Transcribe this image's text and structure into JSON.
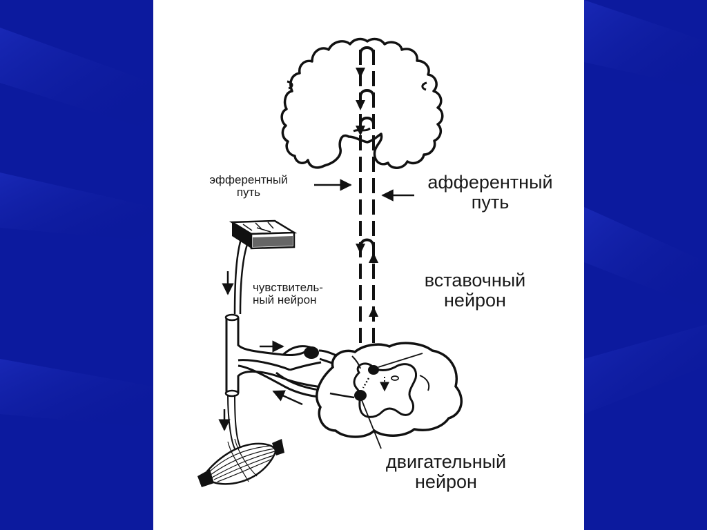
{
  "colors": {
    "background": "#0c1a9e",
    "panel": "#ffffff",
    "ink": "#111111"
  },
  "labels": {
    "efferent_line1": "эфферентный",
    "efferent_line2": "путь",
    "afferent_line1": "афферентный",
    "afferent_line2": "путь",
    "sensory_line1": "чувствитель-",
    "sensory_line2": "ный  нейрон",
    "inter_line1": "вставочный",
    "inter_line2": "нейрон",
    "motor_line1": "двигательный",
    "motor_line2": "нейрон"
  }
}
